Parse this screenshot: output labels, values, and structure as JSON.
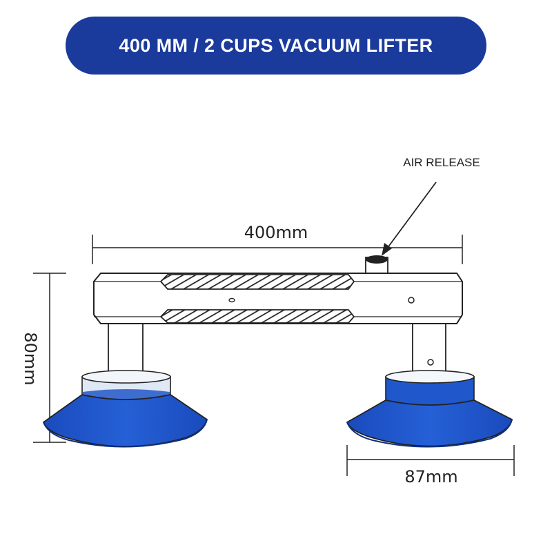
{
  "title": "400 MM / 2 CUPS VACUUM LIFTER",
  "dimensions": {
    "length": "400mm",
    "height": "80mm",
    "cup_diameter": "87mm"
  },
  "callouts": {
    "air_release": "AIR RELEASE"
  },
  "colors": {
    "banner": "#1a3a9c",
    "cup_blue": "#1f55c9",
    "cup_blue_dark": "#133a9a",
    "outline": "#222222",
    "handle_body": "#ffffff"
  }
}
